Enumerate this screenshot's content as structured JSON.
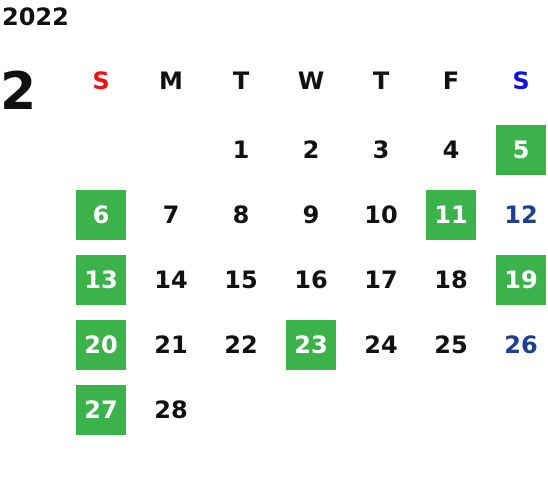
{
  "calendar": {
    "year": "2022",
    "month": "2",
    "weekdays": [
      "S",
      "M",
      "T",
      "W",
      "T",
      "F",
      "S"
    ],
    "days": [
      {
        "label": "1",
        "col": 2,
        "row": 0,
        "type": "normal"
      },
      {
        "label": "2",
        "col": 3,
        "row": 0,
        "type": "normal"
      },
      {
        "label": "3",
        "col": 4,
        "row": 0,
        "type": "normal"
      },
      {
        "label": "4",
        "col": 5,
        "row": 0,
        "type": "normal"
      },
      {
        "label": "5",
        "col": 6,
        "row": 0,
        "type": "holiday"
      },
      {
        "label": "6",
        "col": 0,
        "row": 1,
        "type": "holiday"
      },
      {
        "label": "7",
        "col": 1,
        "row": 1,
        "type": "normal"
      },
      {
        "label": "8",
        "col": 2,
        "row": 1,
        "type": "normal"
      },
      {
        "label": "9",
        "col": 3,
        "row": 1,
        "type": "normal"
      },
      {
        "label": "10",
        "col": 4,
        "row": 1,
        "type": "normal"
      },
      {
        "label": "11",
        "col": 5,
        "row": 1,
        "type": "holiday"
      },
      {
        "label": "12",
        "col": 6,
        "row": 1,
        "type": "saturday"
      },
      {
        "label": "13",
        "col": 0,
        "row": 2,
        "type": "holiday"
      },
      {
        "label": "14",
        "col": 1,
        "row": 2,
        "type": "normal"
      },
      {
        "label": "15",
        "col": 2,
        "row": 2,
        "type": "normal"
      },
      {
        "label": "16",
        "col": 3,
        "row": 2,
        "type": "normal"
      },
      {
        "label": "17",
        "col": 4,
        "row": 2,
        "type": "normal"
      },
      {
        "label": "18",
        "col": 5,
        "row": 2,
        "type": "normal"
      },
      {
        "label": "19",
        "col": 6,
        "row": 2,
        "type": "holiday"
      },
      {
        "label": "20",
        "col": 0,
        "row": 3,
        "type": "holiday"
      },
      {
        "label": "21",
        "col": 1,
        "row": 3,
        "type": "normal"
      },
      {
        "label": "22",
        "col": 2,
        "row": 3,
        "type": "normal"
      },
      {
        "label": "23",
        "col": 3,
        "row": 3,
        "type": "holiday"
      },
      {
        "label": "24",
        "col": 4,
        "row": 3,
        "type": "normal"
      },
      {
        "label": "25",
        "col": 5,
        "row": 3,
        "type": "normal"
      },
      {
        "label": "26",
        "col": 6,
        "row": 3,
        "type": "saturday"
      },
      {
        "label": "27",
        "col": 0,
        "row": 4,
        "type": "holiday"
      },
      {
        "label": "28",
        "col": 1,
        "row": 4,
        "type": "normal"
      }
    ]
  },
  "colors": {
    "holiday_bg": "#3cb34a",
    "holiday_text": "#ffffff",
    "sunday_header": "#ee1111",
    "saturday_header": "#1111dd",
    "saturday_day": "#1f3f8f",
    "normal_text": "#111111"
  }
}
